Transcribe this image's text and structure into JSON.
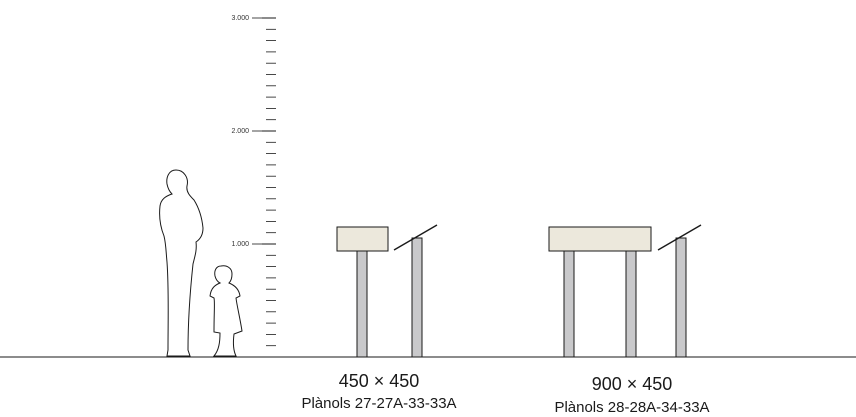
{
  "scale": {
    "labels": [
      "3.000",
      "2.000",
      "1.000"
    ],
    "values_mm": [
      3000,
      2000,
      1000
    ]
  },
  "fixtures": [
    {
      "size_label": "450 × 450",
      "plans_label": "Plànols 27-27A-33-33A"
    },
    {
      "size_label": "900 × 450",
      "plans_label": "Plànols 28-28A-34-33A"
    }
  ],
  "colors": {
    "line": "#1a1a1a",
    "post_fill": "#c9c9cb",
    "top_fill": "#ece8dc"
  }
}
